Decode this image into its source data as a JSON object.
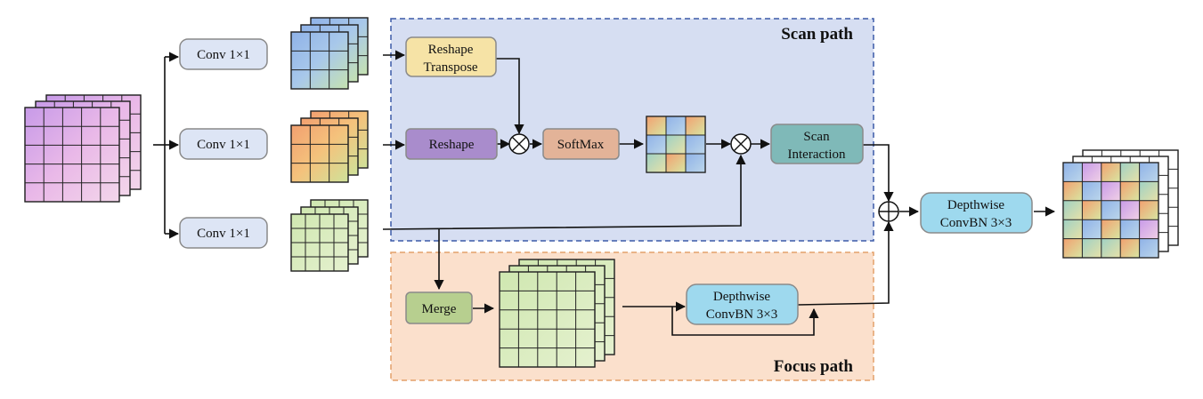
{
  "regions": {
    "scan_title": "Scan path",
    "focus_title": "Focus path"
  },
  "nodes": {
    "conv_top": "Conv 1×1",
    "conv_mid": "Conv 1×1",
    "conv_bot": "Conv 1×1",
    "reshape_transpose": [
      "Reshape",
      "Transpose"
    ],
    "reshape": "Reshape",
    "softmax": "SoftMax",
    "scan_interaction": [
      "Scan",
      "Interaction"
    ],
    "merge": "Merge",
    "depthwise_focus": [
      "Depthwise",
      "ConvBN 3×3"
    ],
    "depthwise_out": [
      "Depthwise",
      "ConvBN 3×3"
    ]
  },
  "operators": {
    "multiply": "⊗",
    "add": "⊕"
  },
  "colors": {
    "scan_bg": "#d6def2",
    "scan_border": "#3b5aa8",
    "focus_bg": "#fbe0cc",
    "focus_border": "#e3a06a",
    "conv_fill": "#dde5f5",
    "reshape_transpose_fill": "#f6e3a6",
    "reshape_fill": "#a98ccc",
    "softmax_fill": "#e3b398",
    "scan_interaction_fill": "#7fb9b8",
    "merge_fill": "#b7cf8f",
    "depthwise_fill": "#9ed9ee"
  }
}
